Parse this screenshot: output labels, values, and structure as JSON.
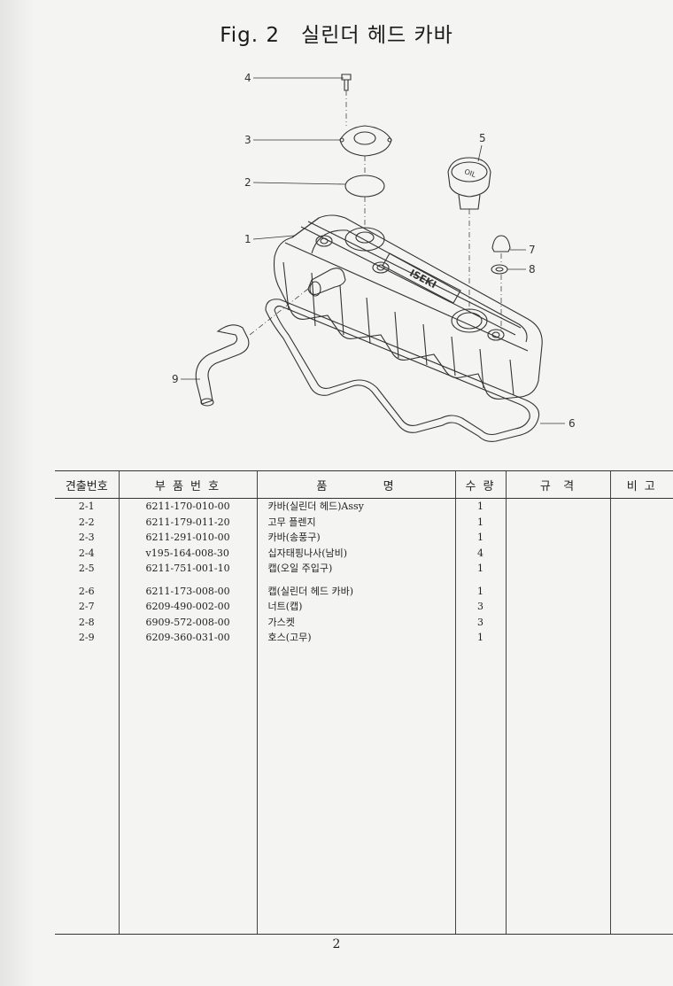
{
  "header": {
    "fig_label": "Fig. 2",
    "title": "실린더 헤드 카바"
  },
  "diagram": {
    "callouts": [
      "1",
      "2",
      "3",
      "4",
      "5",
      "6",
      "7",
      "8",
      "9"
    ],
    "brand_text": "ISEKI",
    "cap_text": "OIL"
  },
  "table": {
    "headers": {
      "ref_no": "견출번호",
      "part_no": "부 품 번 호",
      "name": "품          명",
      "qty": "수 량",
      "spec": "규  격",
      "note": "비 고"
    },
    "rows": [
      {
        "ref": "2-1",
        "part_no": "6211-170-010-00",
        "name": "카바(실린더 헤드)Assy",
        "qty": "1"
      },
      {
        "ref": "2-2",
        "part_no": "6211-179-011-20",
        "name": "고무 플렌지",
        "qty": "1"
      },
      {
        "ref": "2-3",
        "part_no": "6211-291-010-00",
        "name": "카바(송풍구)",
        "qty": "1"
      },
      {
        "ref": "2-4",
        "part_no": "v195-164-008-30",
        "name": "십자태핑나사(남비)",
        "qty": "4"
      },
      {
        "ref": "2-5",
        "part_no": "6211-751-001-10",
        "name": "캡(오일 주입구)",
        "qty": "1"
      },
      {
        "ref": "2-6",
        "part_no": "6211-173-008-00",
        "name": "캡(실린더 헤드 카바)",
        "qty": "1"
      },
      {
        "ref": "2-7",
        "part_no": "6209-490-002-00",
        "name": "너트(캡)",
        "qty": "3"
      },
      {
        "ref": "2-8",
        "part_no": "6909-572-008-00",
        "name": "가스켓",
        "qty": "3"
      },
      {
        "ref": "2-9",
        "part_no": "6209-360-031-00",
        "name": "호스(고무)",
        "qty": "1"
      }
    ]
  },
  "footer": {
    "page_number": "2"
  }
}
